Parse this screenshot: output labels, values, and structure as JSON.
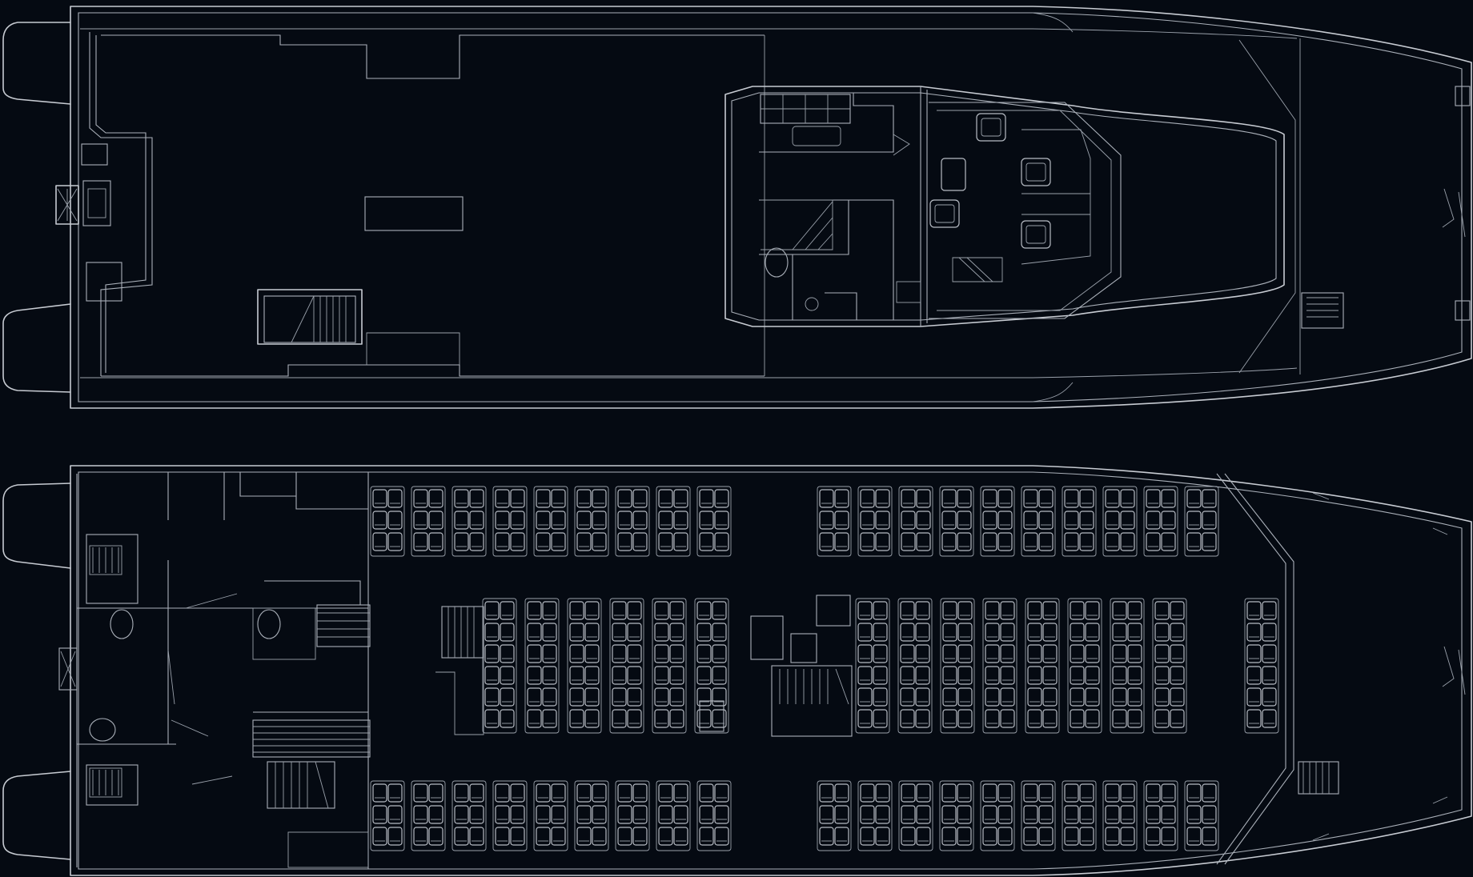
{
  "figure": {
    "kind": "vessel general arrangement plan",
    "views": [
      "upper-deck",
      "main-deck"
    ],
    "colors": {
      "background": "#050a12",
      "line": "#c7cbd2",
      "line_dim": "#9aa1ab"
    },
    "upper_deck": {
      "wheelhouse_chairs": 5,
      "stairs": 2
    },
    "main_deck": {
      "seat_blocks": [
        {
          "name": "starboard-aft",
          "cols": 9,
          "rows": 3
        },
        {
          "name": "starboard-fwd",
          "cols": 10,
          "rows": 3
        },
        {
          "name": "center-aft",
          "cols": 6,
          "rows": 6
        },
        {
          "name": "center-fwd",
          "cols": 8,
          "rows": 6
        },
        {
          "name": "bow-side",
          "cols": 1,
          "rows": 6
        },
        {
          "name": "port-aft",
          "cols": 9,
          "rows": 3
        },
        {
          "name": "port-fwd",
          "cols": 10,
          "rows": 3
        }
      ]
    }
  }
}
